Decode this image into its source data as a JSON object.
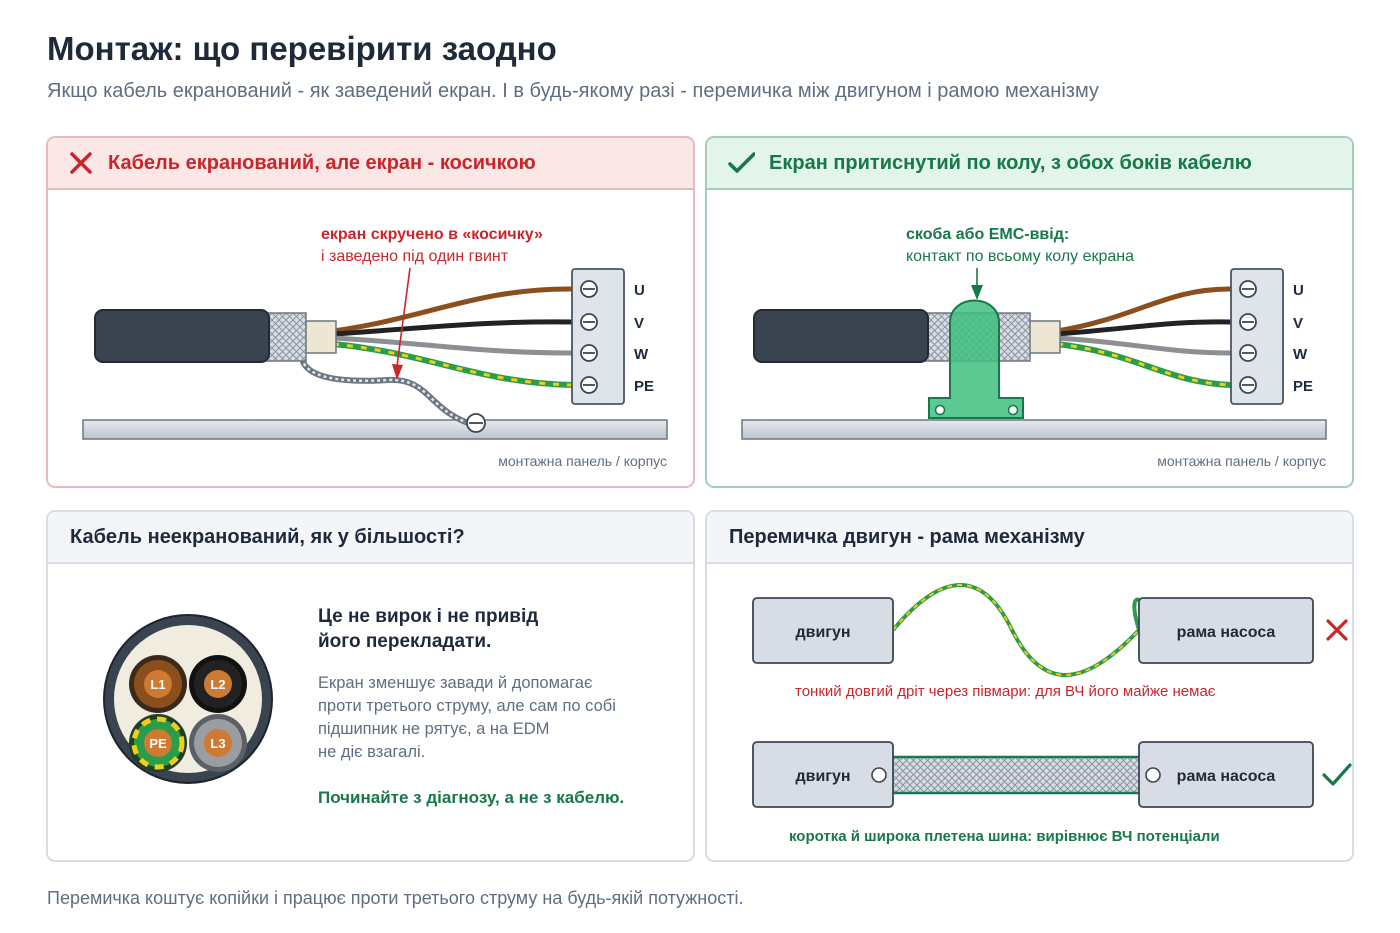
{
  "header": {
    "title": "Монтаж: що перевірити заодно",
    "subtitle": "Якщо кабель екранований - як заведений екран. І в будь-якому разі - перемичка між двигуном і рамою механізму"
  },
  "panel_bad": {
    "title": "Кабель екранований, але екран - косичкою",
    "annotation_strong": "екран скручено в «косичку»",
    "annotation_normal": "і заведено під один гвинт",
    "terminals": [
      "U",
      "V",
      "W",
      "PE"
    ],
    "panel_label": "монтажна панель / корпус"
  },
  "panel_good": {
    "title": "Екран притиснутий по колу, з обох боків кабелю",
    "annotation_strong": "скоба або EMC-ввід:",
    "annotation_normal": "контакт по всьому колу екрана",
    "terminals": [
      "U",
      "V",
      "W",
      "PE"
    ],
    "panel_label": "монтажна панель / корпус"
  },
  "panel_unshielded": {
    "title": "Кабель неекранований, як у більшості?",
    "conductors": [
      "L1",
      "L2",
      "PE",
      "L3"
    ],
    "heading_lines": [
      "Це не вирок і не привід",
      "його перекладати."
    ],
    "body_lines": [
      "Екран зменшує завади й допомагає",
      "проти третього струму, але сам по собі",
      "підшипник не рятує, а на EDM",
      "не діє взагалі."
    ],
    "cta": "Починайте з діагнозу, а не з кабелю."
  },
  "panel_jumper": {
    "title": "Перемичка двигун - рама механізму",
    "bad": {
      "left": "двигун",
      "right": "рама насоса",
      "caption": "тонкий довгий дріт через півмари: для ВЧ його майже немає"
    },
    "good": {
      "left": "двигун",
      "right": "рама насоса",
      "caption": "коротка й широка плетена шина: вирівнює ВЧ потенціали"
    }
  },
  "footer": "Перемичка коштує копійки і працює проти третього струму на будь-якій потужності.",
  "colors": {
    "bad": "#c8262b",
    "good": "#17784a",
    "text": "#1e2a3a",
    "muted": "#5f6e80"
  }
}
